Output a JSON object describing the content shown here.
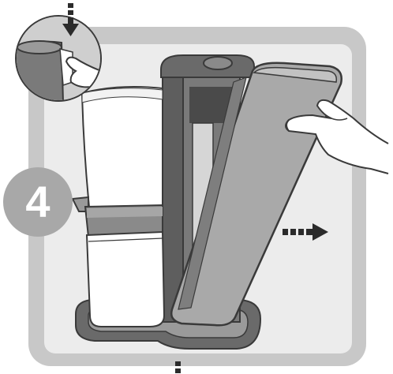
{
  "step": {
    "number": "4"
  },
  "colors": {
    "panel_outer": "#c8c8c8",
    "panel_inner": "#ececec",
    "machine_dark": "#5e5e5e",
    "machine_mid": "#8a8a8a",
    "lid_panel": "#a9a9a9",
    "jug_white": "#ffffff",
    "outline": "#3a3a3a",
    "arrow": "#2b2b2b",
    "badge": "#a8a8a8"
  },
  "icons": {
    "detail_inset": "magnifier-detail-circle",
    "pull_arrow": "dashed-right-arrow",
    "down_arrow": "dashed-down-arrow"
  }
}
